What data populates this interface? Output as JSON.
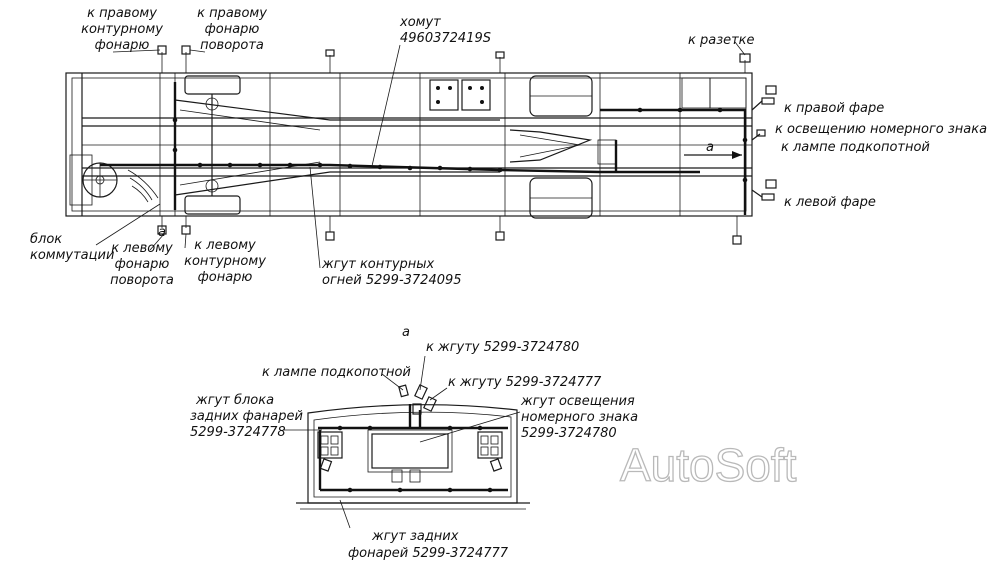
{
  "labels": {
    "right_marker": [
      "к правому",
      "контурному",
      "фонарю"
    ],
    "right_turn": [
      "к правому",
      "фонарю",
      "поворота"
    ],
    "collar": [
      "хомут",
      "4960372419S"
    ],
    "socket": "к разетке",
    "right_headlamp": "к правой фаре",
    "plate_light": "к освещению номерного знака",
    "hood_lamp": "к лампе подкопотной",
    "left_headlamp": "к левой фаре",
    "arrow_ref": "а",
    "sw_block_ref": "а",
    "switch_block": [
      "блок",
      "коммутации"
    ],
    "left_turn": [
      "к левому",
      "фонарю",
      "поворота"
    ],
    "left_marker": [
      "к левому",
      "контурному",
      "фонарю"
    ],
    "marker_harness": [
      "жгут контурных",
      "огней 5299-3724095"
    ]
  },
  "detail": {
    "title": "а",
    "hood_lamp": "к лампе подкопотной",
    "to_harness_780": "к жгуту 5299-3724780",
    "to_harness_777": "к жгуту 5299-3724777",
    "rear_block": [
      "жгут блока",
      "задних фанарей",
      "5299-3724778"
    ],
    "plate_harness": [
      "жгут освещения",
      "номерного знака",
      "5299-3724780"
    ],
    "rear_lights": [
      "жгут задних",
      "фонарей 5299-3724777"
    ]
  },
  "watermark": "AutoSoft"
}
